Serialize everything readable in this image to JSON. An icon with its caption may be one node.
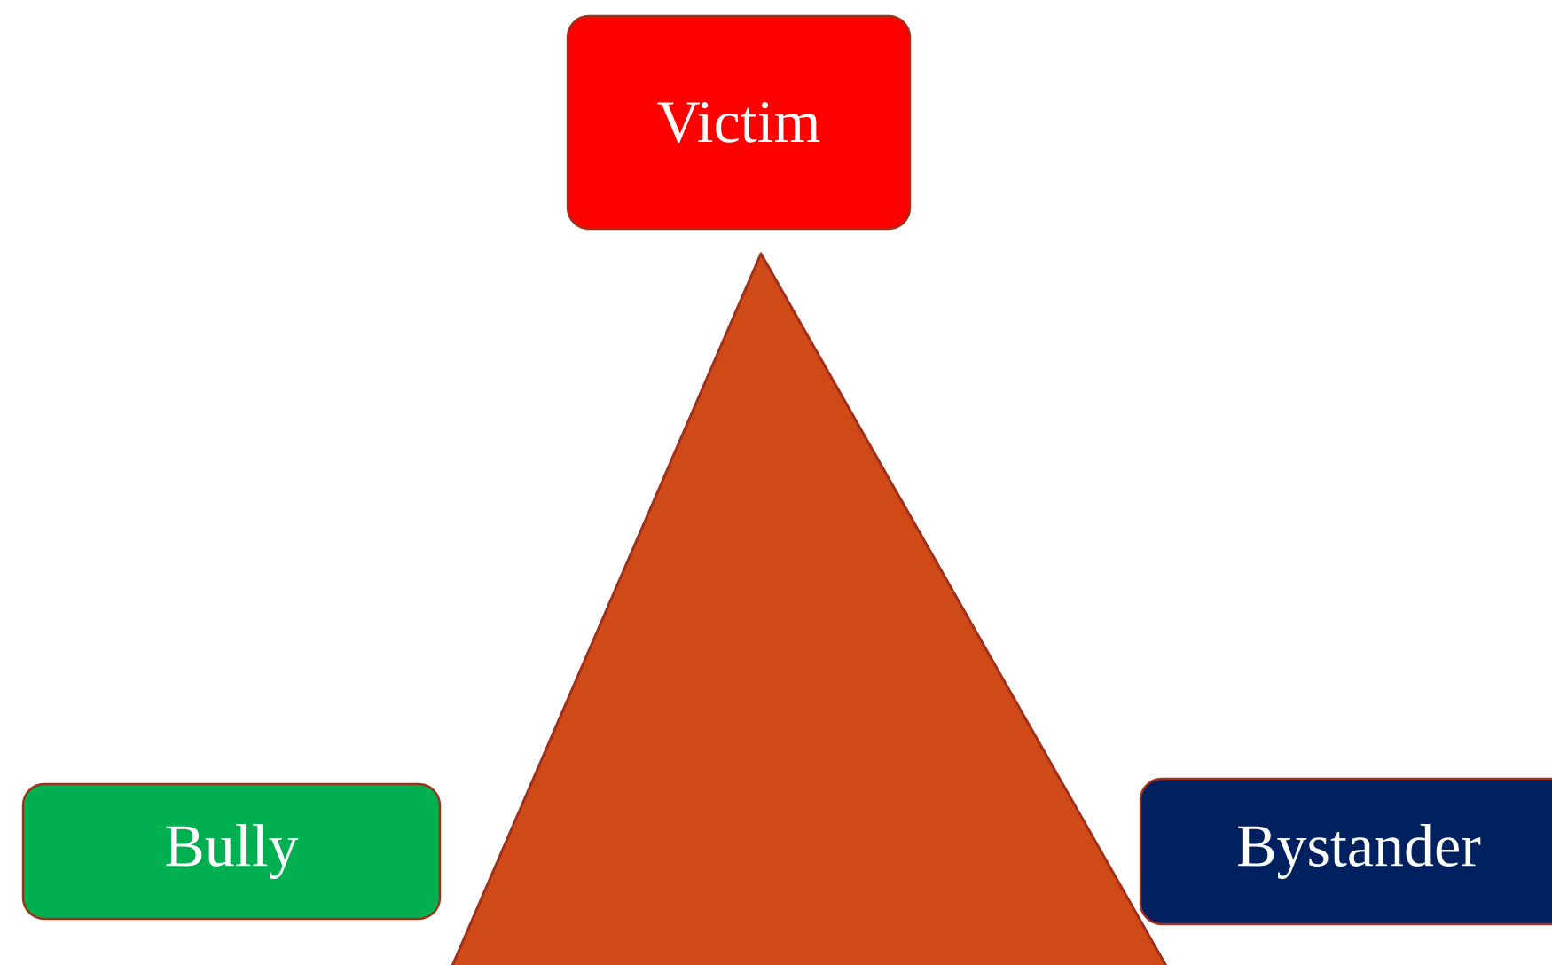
{
  "diagram": {
    "nodes": [
      {
        "text": [
          "Victim"
        ]
      },
      {
        "text": [
          "Bully"
        ]
      },
      {
        "text": [
          "Bystander"
        ]
      }
    ]
  }
}
